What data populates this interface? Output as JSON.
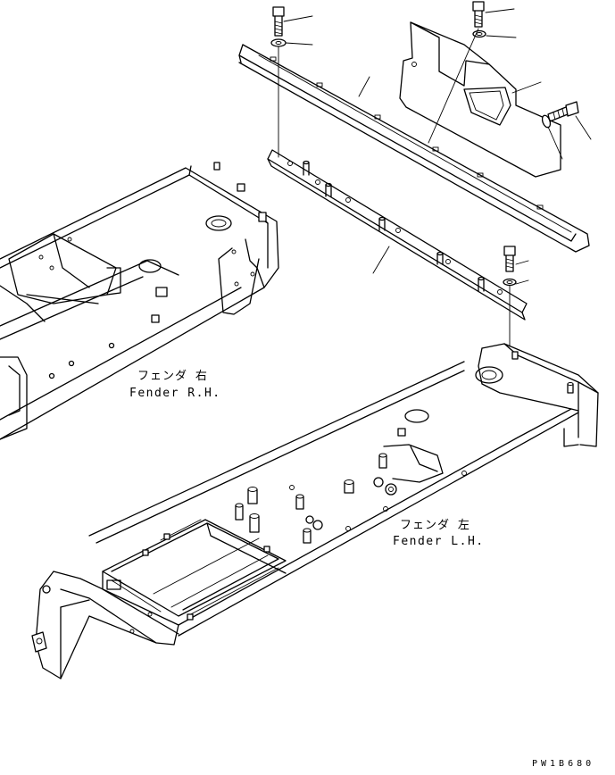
{
  "labels": {
    "fender_rh_jp": "フェンダ 右",
    "fender_rh_en": "Fender R.H.",
    "fender_lh_jp": "フェンダ 左",
    "fender_lh_en": "Fender L.H."
  },
  "drawing_code": "PW1B680"
}
